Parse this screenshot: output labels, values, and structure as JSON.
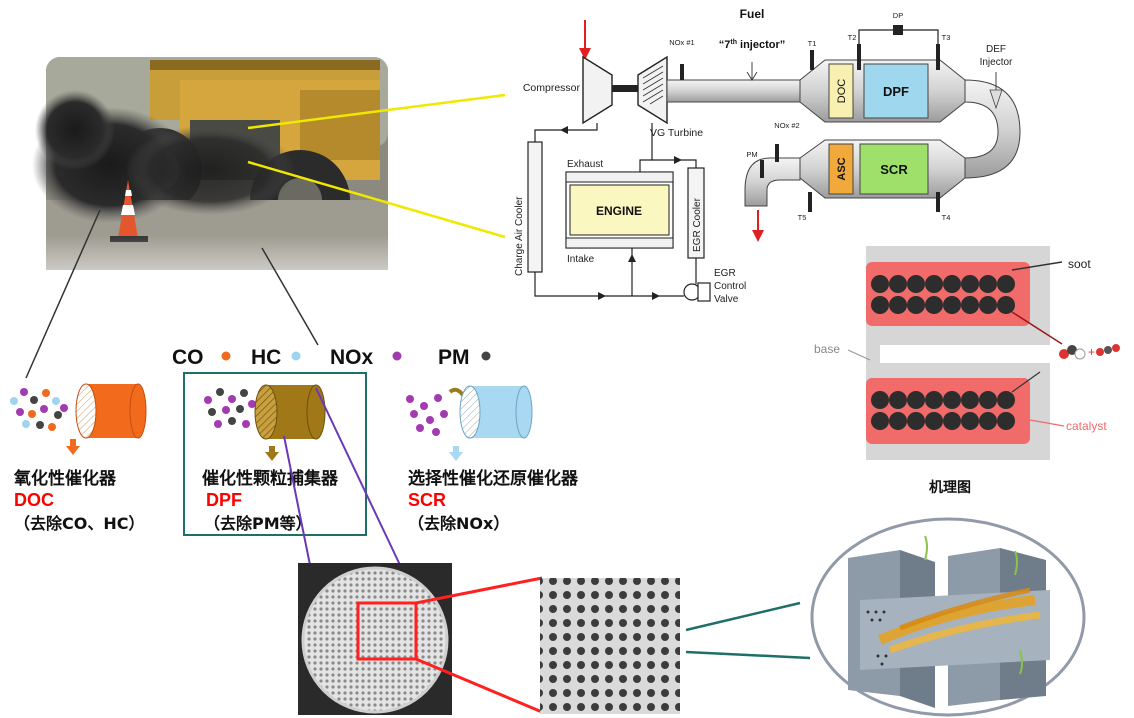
{
  "schematic": {
    "fuel": "Fuel",
    "injector_main": "“7",
    "injector_sup": "th",
    "injector_tail": " injector”",
    "compressor": "Compressor",
    "vg_turbine": "VG Turbine",
    "exhaust": "Exhaust",
    "engine": "ENGINE",
    "intake": "Intake",
    "charge_air_cooler": "Charge Air Cooler",
    "egr_cooler": "EGR Cooler",
    "egr_valve_1": "EGR",
    "egr_valve_2": "Control",
    "egr_valve_3": "Valve",
    "nox1": "NOx #1",
    "nox2": "NOx #2",
    "dp": "DP",
    "t1": "T1",
    "t2": "T2",
    "t3": "T3",
    "t4": "T4",
    "t5": "T5",
    "pm": "PM",
    "def_1": "DEF",
    "def_2": "Injector",
    "doc": "DOC",
    "dpf": "DPF",
    "asc": "ASC",
    "scr": "SCR"
  },
  "pollutants": {
    "co": "CO",
    "hc": "HC",
    "nox": "NOx",
    "pm": "PM",
    "colors": {
      "co": "#f26b1d",
      "hc": "#9fd3f0",
      "nox": "#a23bb0",
      "pm": "#444444"
    }
  },
  "catalysts": [
    {
      "name_cn": "氧化性催化器",
      "abbr": "DOC",
      "note": "（去除CO、HC）",
      "color": "#f26b1d"
    },
    {
      "name_cn": "催化性颗粒捕集器",
      "abbr": "DPF",
      "note": "（去除PM等）",
      "color": "#a07818"
    },
    {
      "name_cn": "选择性催化还原催化器",
      "abbr": "SCR",
      "note": "（去除NOx）",
      "color": "#a9d8f2"
    }
  ],
  "mechanism": {
    "soot": "soot",
    "base": "base",
    "catalyst": "catalyst",
    "caption": "机理图"
  },
  "accent_red": "#ff0000"
}
